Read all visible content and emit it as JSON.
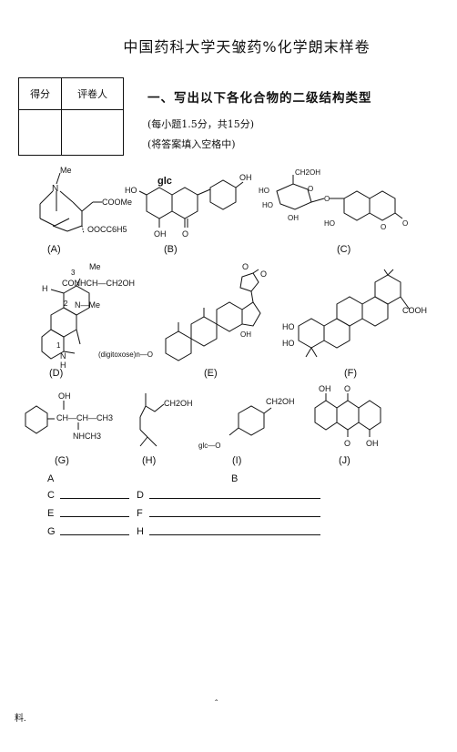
{
  "header": {
    "title": "中国药科大学天皱药%化学朗末样卷"
  },
  "score_table": {
    "col1": "得分",
    "col2": "评卷人"
  },
  "section": {
    "heading": "一、写出以下各化合物的二级结构类型",
    "note1": "(每小题1.5分，共15分)",
    "note2": "(将答案填入空格中)"
  },
  "structures": [
    {
      "id": "A",
      "label": "(A)",
      "texts": [
        "Me",
        "N",
        "COOMe",
        "OOCC6H5"
      ]
    },
    {
      "id": "B",
      "label": "(B)",
      "texts": [
        "glc",
        "HO",
        "OH",
        "OH",
        "O"
      ]
    },
    {
      "id": "C",
      "label": "(C)",
      "texts": [
        "CH2OH",
        "HO",
        "HO",
        "OH",
        "O",
        "O",
        "HO",
        "O",
        "O"
      ]
    },
    {
      "id": "D",
      "label": "(D)",
      "texts": [
        "Me",
        "3",
        "CONHCH—CH2OH",
        "H",
        "2",
        "N—Me",
        "1",
        "N",
        "H"
      ]
    },
    {
      "id": "E",
      "label": "(E)",
      "texts": [
        "O",
        "O",
        "(digitoxose)n—O",
        "OH"
      ]
    },
    {
      "id": "F",
      "label": "(F)",
      "texts": [
        "HO",
        "HO",
        "COOH"
      ]
    },
    {
      "id": "G",
      "label": "(G)",
      "texts": [
        "OH",
        "CH—CH—CH3",
        "NHCH3"
      ]
    },
    {
      "id": "H",
      "label": "(H)",
      "texts": [
        "CH2OH"
      ]
    },
    {
      "id": "I",
      "label": "(I)",
      "texts": [
        "CH2OH",
        "glc—O"
      ]
    },
    {
      "id": "J",
      "label": "(J)",
      "texts": [
        "OH",
        "O",
        "O",
        "OH"
      ]
    }
  ],
  "answers": [
    {
      "left": "A",
      "right": "B"
    },
    {
      "left": "C",
      "right": "D"
    },
    {
      "left": "E",
      "right": "F"
    },
    {
      "left": "G",
      "right": "H"
    }
  ],
  "footer": {
    "left": "料.",
    "center": "ˆ"
  }
}
